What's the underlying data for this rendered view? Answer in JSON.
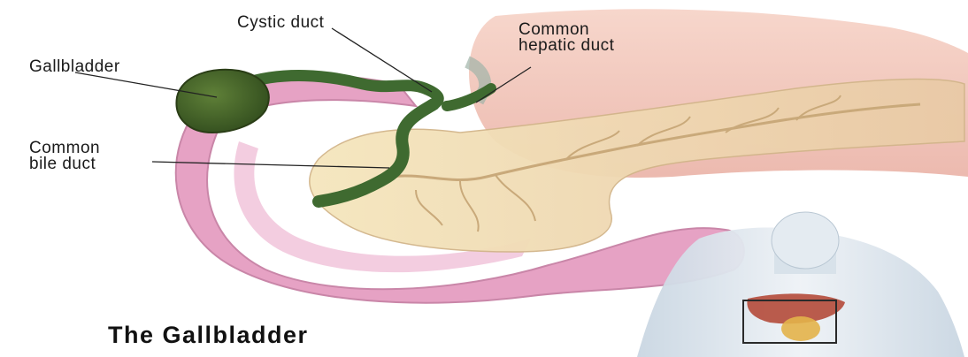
{
  "labels": {
    "gallbladder": "Gallbladder",
    "cystic_duct": "Cystic duct",
    "common_hepatic_line1": "Common",
    "common_hepatic_line2": "hepatic duct",
    "common_bile_line1": "Common",
    "common_bile_line2": "bile duct"
  },
  "title": "The Gallbladder",
  "colors": {
    "gallbladder": "#4a6a2e",
    "duodenum": "#e8a8c8",
    "pancreas": "#f0dca8",
    "stomach": "#f2c4b8",
    "skin": "#dde6ee",
    "locator_box": "#2a2a2a"
  }
}
